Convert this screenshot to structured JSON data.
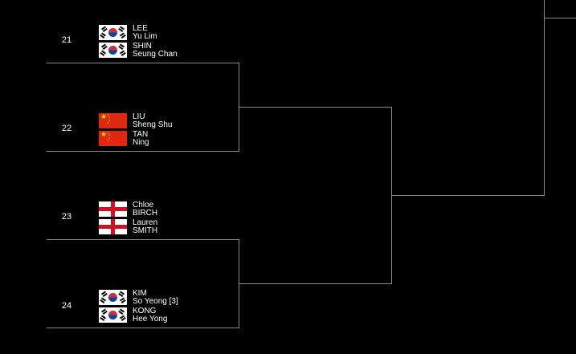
{
  "colors": {
    "background": "#000000",
    "text": "#ffffff",
    "line": "#8a8a8a"
  },
  "matches": [
    {
      "seed": "21",
      "players": [
        {
          "flag": "korea-flag-icon",
          "line1": "LEE",
          "line2": "Yu Lim"
        },
        {
          "flag": "korea-flag-icon",
          "line1": "SHIN",
          "line2": "Seung Chan"
        }
      ]
    },
    {
      "seed": "22",
      "players": [
        {
          "flag": "china-flag-icon",
          "line1": "LIU",
          "line2": "Sheng Shu"
        },
        {
          "flag": "china-flag-icon",
          "line1": "TAN",
          "line2": "Ning"
        }
      ]
    },
    {
      "seed": "23",
      "players": [
        {
          "flag": "england-flag-icon",
          "line1": "Chloe",
          "line2": "BIRCH"
        },
        {
          "flag": "england-flag-icon",
          "line1": "Lauren",
          "line2": "SMITH"
        }
      ]
    },
    {
      "seed": "24",
      "players": [
        {
          "flag": "korea-flag-icon",
          "line1": "KIM",
          "line2": "So Yeong [3]"
        },
        {
          "flag": "korea-flag-icon",
          "line1": "KONG",
          "line2": "Hee Yong"
        }
      ]
    }
  ]
}
